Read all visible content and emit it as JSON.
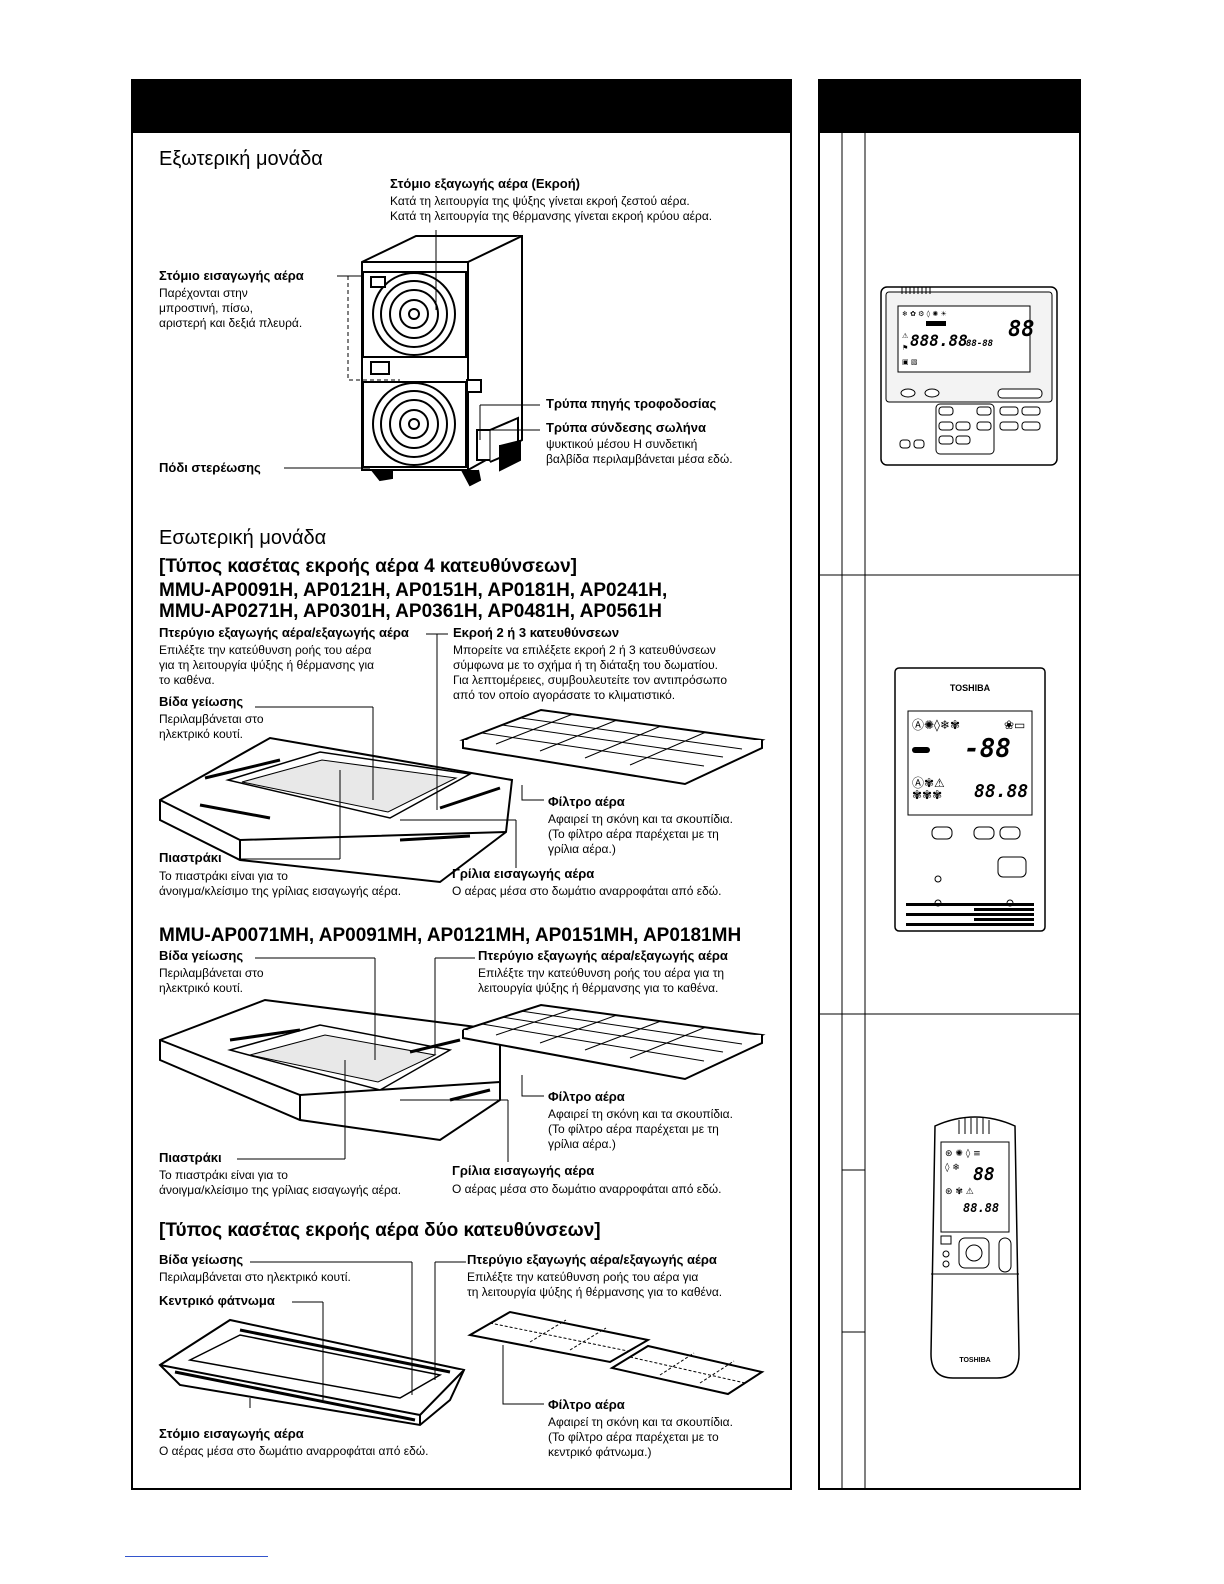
{
  "left": {
    "outdoor": {
      "title": "Εξωτερική μονάδα",
      "outlet_label": "Στόμιο εξαγωγής αέρα (Εκροή)",
      "outlet_desc": [
        "Κατά τη λειτουργία της ψύξης γίνεται εκροή ζεστού αέρα.",
        "Κατά τη λειτουργία της θέρμανσης γίνεται εκροή κρύου αέρα."
      ],
      "inlet_label": "Στόμιο εισαγωγής αέρα",
      "inlet_desc": [
        "Παρέχονται στην",
        "μπροστινή, πίσω,",
        "αριστερή και δεξιά πλευρά."
      ],
      "power_hole_label": "Τρύπα πηγής τροφοδοσίας",
      "pipe_hole_label": "Τρύπα σύνδεσης σωλήνα",
      "pipe_hole_desc": [
        "ψυκτικού μέσου Η συνδετική",
        "βαλβίδα περιλαμβάνεται μέσα εδώ."
      ],
      "foot_label": "Πόδι στερέωσης"
    },
    "indoor": {
      "title": "Εσωτερική μονάδα",
      "type4_title": "[Τύπος κασέτας εκροής αέρα 4 κατευθύνσεων]",
      "models_a": [
        "MMU-AP0091H, AP0121H, AP0151H, AP0181H, AP0241H,",
        "MMU-AP0271H, AP0301H, AP0361H, AP0481H, AP0561H"
      ],
      "a_louver_label": "Πτερύγιο εξαγωγής αέρα/εξαγωγής αέρα",
      "a_louver_desc": [
        "Επιλέξτε την κατεύθυνση ροής του αέρα",
        "για τη λειτουργία ψύξης ή θέρμανσης για",
        "το καθένα."
      ],
      "a_outlet23_label": "Εκροή 2 ή 3 κατευθύνσεων",
      "a_outlet23_desc": [
        "Μπορείτε να επιλέξετε εκροή 2 ή 3 κατευθύνσεων",
        "σύμφωνα με το σχήμα ή τη διάταξη του δωματίου.",
        "Για λεπτομέρειες, συμβουλευτείτε τον αντιπρόσωπο",
        "από τον οποίο αγοράσατε το κλιματιστικό."
      ],
      "a_screw_label": "Βίδα γείωσης",
      "a_screw_desc": [
        "Περιλαμβάνεται στο",
        "ηλεκτρικό κουτί."
      ],
      "a_filter_label": "Φίλτρο αέρα",
      "a_filter_desc": [
        "Αφαιρεί τη σκόνη και τα σκουπίδια.",
        "(Το φίλτρο αέρα παρέχεται με τη",
        "γρίλια αέρα.)"
      ],
      "a_latch_label": "Πιαστράκι",
      "a_latch_desc": [
        "Το πιαστράκι είναι για το",
        "άνοιγμα/κλείσιμο της γρίλιας εισαγωγής αέρα."
      ],
      "a_grille_label": "Γρίλια εισαγωγής αέρα",
      "a_grille_desc": [
        "Ο αέρας μέσα στο δωμάτιο αναρροφάται από εδώ."
      ],
      "models_b": "MMU-AP0071MH, AP0091MH, AP0121MH, AP0151MH, AP0181MH",
      "b_screw_label": "Βίδα γείωσης",
      "b_screw_desc": [
        "Περιλαμβάνεται στο",
        "ηλεκτρικό κουτί."
      ],
      "b_louver_label": "Πτερύγιο εξαγωγής αέρα/εξαγωγής αέρα",
      "b_louver_desc": [
        "Επιλέξτε την κατεύθυνση ροής του αέρα για τη",
        "λειτουργία ψύξης ή θέρμανσης για  το καθένα."
      ],
      "b_filter_label": "Φίλτρο αέρα",
      "b_filter_desc": [
        "Αφαιρεί τη σκόνη και τα σκουπίδια.",
        "(Το φίλτρο αέρα παρέχεται με τη",
        "γρίλια αέρα.)"
      ],
      "b_latch_label": "Πιαστράκι",
      "b_latch_desc": [
        "Το πιαστράκι είναι για το",
        "άνοιγμα/κλείσιμο της γρίλιας εισαγωγής αέρα."
      ],
      "b_grille_label": "Γρίλια εισαγωγής αέρα",
      "b_grille_desc": [
        "Ο αέρας μέσα στο δωμάτιο αναρροφάται από εδώ."
      ],
      "type2_title": "[Τύπος κασέτας εκροής αέρα δύο κατευθύνσεων]",
      "c_screw_label": "Βίδα γείωσης",
      "c_screw_desc": [
        "Περιλαμβάνεται στο ηλεκτρικό κουτί."
      ],
      "c_louver_label": "Πτερύγιο εξαγωγής αέρα/εξαγωγής αέρα",
      "c_louver_desc": [
        "Επιλέξτε την κατεύθυνση ροής του αέρα για",
        "τη λειτουργία ψύξης ή θέρμανσης για το καθένα."
      ],
      "c_panel_label": "Κεντρικό φάτνωμα",
      "c_filter_label": "Φίλτρο αέρα",
      "c_filter_desc": [
        "Αφαιρεί τη σκόνη και τα σκουπίδια.",
        "(Το φίλτρο αέρα παρέχεται με το",
        "κεντρικό φάτνωμα.)"
      ],
      "c_inlet_label": "Στόμιο εισαγωγής αέρα",
      "c_inlet_desc": [
        "Ο αέρας μέσα στο δωμάτιο αναρροφάται από εδώ."
      ]
    }
  },
  "right": {
    "lcd_digits_1": "888.88",
    "lcd_digits_2": "88",
    "lcd_digits_3": "88-88",
    "remote2_brand": "TOSHIBA",
    "remote2_temp": "-88",
    "remote2_time": "88.88",
    "remote3_brand": "TOSHIBA",
    "remote3_temp": "88",
    "remote3_time": "88.88"
  }
}
